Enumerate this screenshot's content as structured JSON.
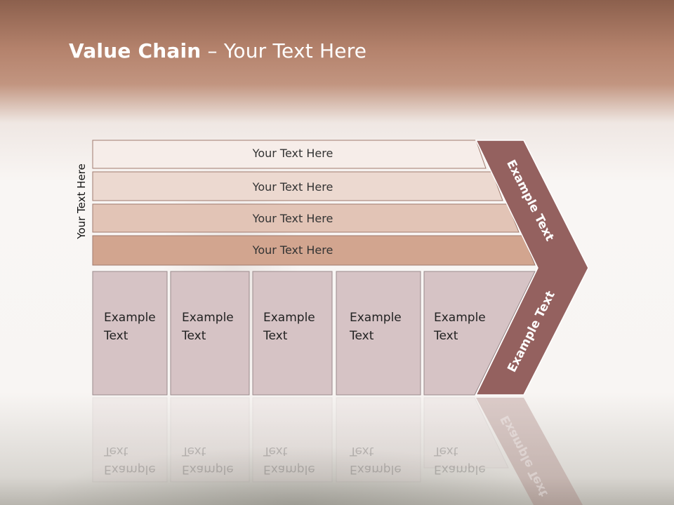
{
  "slide": {
    "title_bold": "Value Chain",
    "title_rest": " – Your Text Here",
    "side_label": "Your Text Here",
    "support_bars": [
      "Your Text Here",
      "Your Text Here",
      "Your Text Here",
      "Your Text Here"
    ],
    "primary_cells": [
      {
        "line1": "Example",
        "line2": "Text"
      },
      {
        "line1": "Example",
        "line2": "Text"
      },
      {
        "line1": "Example",
        "line2": "Text"
      },
      {
        "line1": "Example",
        "line2": "Text"
      },
      {
        "line1": "Example",
        "line2": "Text"
      }
    ],
    "chevron_top_label": "Example Text",
    "chevron_bottom_label": "Example Text",
    "colors": {
      "bar1": "#f6ede9",
      "bar2": "#ecd9d0",
      "bar3": "#e2c4b6",
      "bar4": "#d2a58f",
      "cell": "#d6c3c5",
      "chevron": "#94615f"
    }
  }
}
